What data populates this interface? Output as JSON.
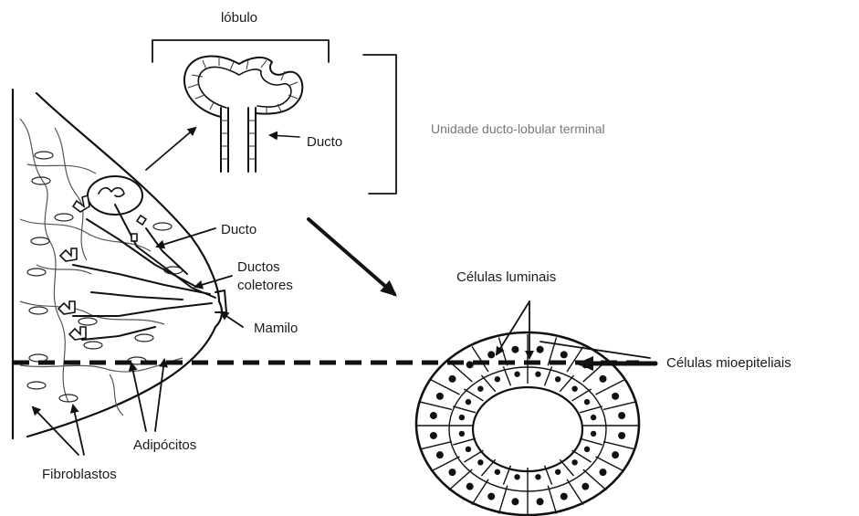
{
  "labels": {
    "lobulo": "lóbulo",
    "ducto_top": "Ducto",
    "unidade": "Unidade ducto-lobular terminal",
    "ducto_mid": "Ducto",
    "ductos": "Ductos",
    "coletores": "coletores",
    "mamilo": "Mamilo",
    "celulas_luminais": "Células luminais",
    "celulas_mioepiteliais": "Células mioepiteliais",
    "adipocitos": "Adipócitos",
    "fibroblastos": "Fibroblastos"
  }
}
